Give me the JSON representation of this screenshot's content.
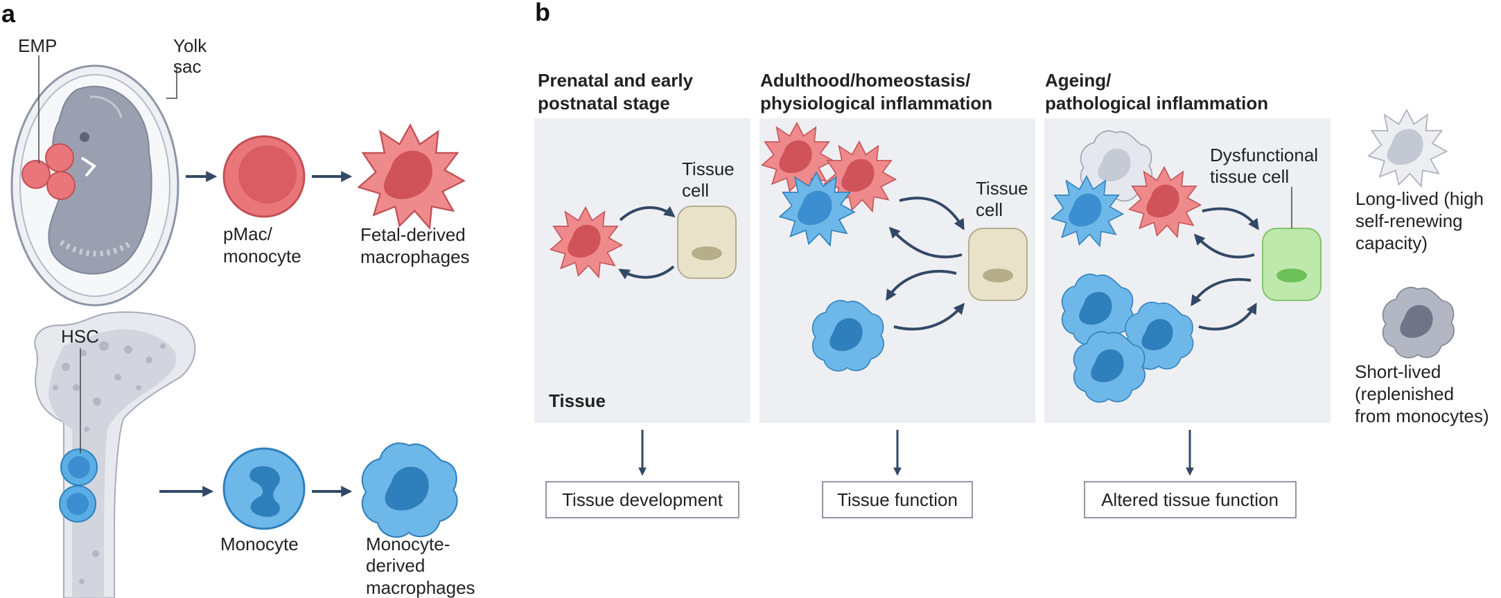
{
  "colors": {
    "red_cell": "#e9767a",
    "red_nucleus": "#cf5358",
    "blue_cell": "#5aaee4",
    "blue_nucleus": "#2f7fbd",
    "green_cell": "#b8e6a6",
    "tissue_cell": "#e8e3c8",
    "panel_bg": "#eeeff2",
    "arrow": "#334866",
    "longlived": "#e6e9ee",
    "shortlived": "#a9aebb"
  },
  "panel_a": {
    "label": "a",
    "yolk_sac": {
      "emp": "EMP",
      "yolk_line1": "Yolk",
      "yolk_line2": "sac"
    },
    "pmac": {
      "line1": "pMac/",
      "line2": "monocyte"
    },
    "fetal": {
      "line1": "Fetal-derived",
      "line2": "macrophages"
    },
    "hsc": "HSC",
    "monocyte": "Monocyte",
    "monocyte_derived": {
      "line1": "Monocyte-",
      "line2": "derived",
      "line3": "macrophages"
    }
  },
  "panel_b": {
    "label": "b",
    "columns": [
      {
        "title1": "Prenatal and early",
        "title2": "postnatal stage",
        "tissue_cell1": "Tissue",
        "tissue_cell2": "cell",
        "tissue_label": "Tissue",
        "outcome": "Tissue development"
      },
      {
        "title1": "Adulthood/homeostasis/",
        "title2": "physiological inflammation",
        "tissue_cell1": "Tissue",
        "tissue_cell2": "cell",
        "outcome": "Tissue function"
      },
      {
        "title1": "Ageing/",
        "title2": "pathological inflammation",
        "tissue_cell1": "Dysfunctional",
        "tissue_cell2": "tissue cell",
        "outcome": "Altered tissue function"
      }
    ],
    "legend": {
      "long1": "Long-lived (high",
      "long2": "self-renewing",
      "long3": "capacity)",
      "short1": "Short-lived",
      "short2": "(replenished",
      "short3": "from monocytes)"
    }
  }
}
